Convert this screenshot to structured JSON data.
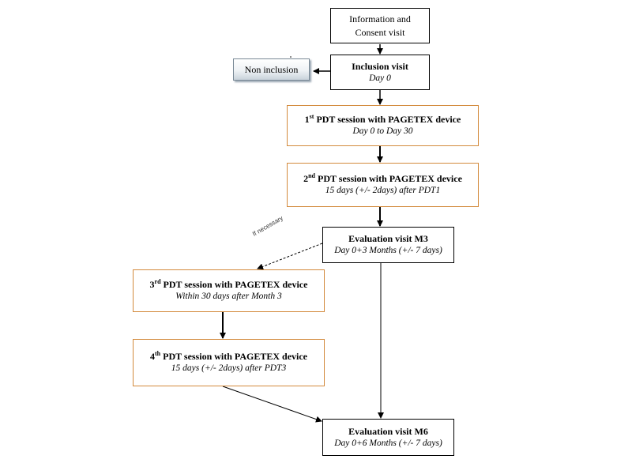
{
  "boxes": {
    "info": {
      "line1": "Information and",
      "line2": "Consent visit"
    },
    "inclusion": {
      "title": "Inclusion visit",
      "sub": "Day 0"
    },
    "non_inclusion": {
      "label": "Non inclusion"
    },
    "pdt1": {
      "num": "1",
      "sup": "st",
      "title": " PDT session with PAGETEX device",
      "sub": "Day 0 to Day 30"
    },
    "pdt2": {
      "num": "2",
      "sup": "nd",
      "title": " PDT session with PAGETEX device",
      "sub": "15 days (+/- 2days) after PDT1"
    },
    "m3": {
      "title": "Evaluation visit M3",
      "sub": "Day 0+3 Months (+/- 7 days)"
    },
    "pdt3": {
      "num": "3",
      "sup": "rd",
      "title": " PDT session with PAGETEX device",
      "sub": "Within 30 days after Month 3"
    },
    "pdt4": {
      "num": "4",
      "sup": "th",
      "title": " PDT session with PAGETEX device",
      "sub": "15 days (+/- 2days) after PDT3"
    },
    "m6": {
      "title": "Evaluation visit M6",
      "sub": "Day 0+6 Months (+/- 7 days)"
    }
  },
  "edge_labels": {
    "if_necessary": "If necessary"
  },
  "colors": {
    "orange_border": "#d38a3c",
    "black_border": "#000000"
  }
}
